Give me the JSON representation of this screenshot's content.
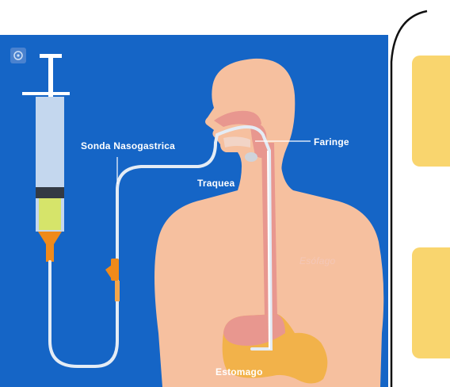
{
  "labels": {
    "sonda": "Sonda Nasogastrica",
    "faringe": "Faringe",
    "traquea": "Traquea",
    "esofago": "Esófago",
    "estomago": "Estomago"
  },
  "colors": {
    "background": "#1565c6",
    "skin": "#f6c09f",
    "esophagus": "#e8978f",
    "stomach": "#f2b24a",
    "note_card": "#f9d56e"
  },
  "icons": {
    "badge": "medical-badge-icon"
  }
}
